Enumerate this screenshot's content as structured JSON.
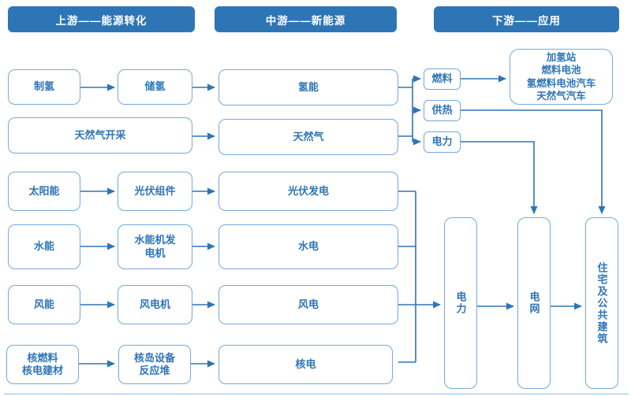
{
  "headers": {
    "upstream": {
      "label": "上游——能源转化"
    },
    "midstream": {
      "label": "中游——新能源"
    },
    "downstream": {
      "label": "下游——应用"
    }
  },
  "nodes": {
    "hydrogen_production": {
      "label": "制氢"
    },
    "hydrogen_storage": {
      "label": "储氢"
    },
    "hydrogen_energy": {
      "label": "氢能"
    },
    "natural_gas_extraction": {
      "label": "天然气开采"
    },
    "natural_gas": {
      "label": "天然气"
    },
    "solar_energy": {
      "label": "太阳能"
    },
    "pv_module": {
      "label": "光伏组件"
    },
    "pv_power": {
      "label": "光伏发电"
    },
    "hydro_energy": {
      "label": "水能"
    },
    "hydro_generator": {
      "label": "水能机发\n电机"
    },
    "hydro_power": {
      "label": "水电"
    },
    "wind_energy": {
      "label": "风能"
    },
    "wind_turbine": {
      "label": "风电机"
    },
    "wind_power": {
      "label": "风电"
    },
    "nuclear_fuel_materials": {
      "label": "核燃料\n核电建材"
    },
    "nuclear_island_reactor": {
      "label": "核岛设备\n反应堆"
    },
    "nuclear_power": {
      "label": "核电"
    },
    "fuel": {
      "label": "燃料"
    },
    "heating": {
      "label": "供热"
    },
    "electricity_small": {
      "label": "电力"
    },
    "hydrogen_applications": {
      "label": "加氢站\n燃料电池\n氢燃料电池汽车\n天然气汽车"
    },
    "electricity_vertical": {
      "label": "电力"
    },
    "power_grid": {
      "label": "电网"
    },
    "residential_buildings": {
      "label": "住宅及公共建筑"
    }
  },
  "colors": {
    "header_bg": "#2E75B6",
    "header_text": "#FFFFFF",
    "box_border": "#74A9DC",
    "box_text": "#2E75B6",
    "connector": "#2E75B6",
    "bottom_rule": "#BDD7EE",
    "background": "#FFFFFF"
  }
}
